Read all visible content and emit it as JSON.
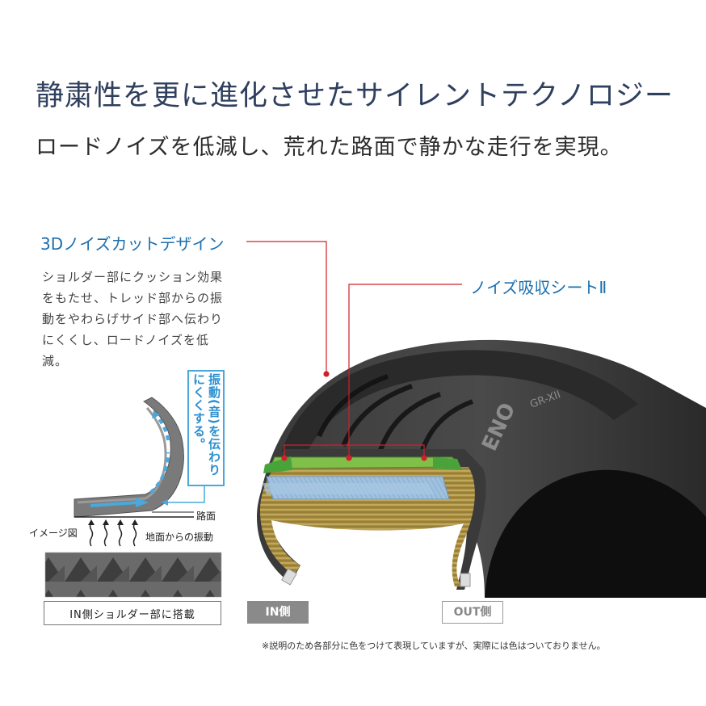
{
  "headline": "静粛性を更に進化させたサイレントテクノロジー",
  "subline": "ロードノイズを低減し、荒れた路面で静かな走行を実現。",
  "labels": {
    "design_3d": "3Dノイズカットデザイン",
    "noise_sheet": "ノイズ吸収シートⅡ"
  },
  "description_3d": "ショルダー部にクッション効果をもたせ、トレッド部からの振動をやわらげサイド部へ伝わりにくくし、ロードノイズを低減。",
  "vibration_note": "振動(音)を伝わりにくくする。",
  "road_label": "路面",
  "image_label": "イメージ図",
  "ground_vibration_label": "地面からの振動",
  "in_shoulder_caption": "IN側ショルダー部に搭載",
  "side_badges": {
    "in": "IN側",
    "out": "OUT側"
  },
  "tire_sidewall_text": {
    "model": "GR-XII",
    "brand": "ENO"
  },
  "footnote": "※説明のため各部分に色をつけて表現していますが、実際には色はついておりません。",
  "colors": {
    "headline": "#2f3f5e",
    "accent_blue": "#1b6fae",
    "leader_red": "#d0202a",
    "arrow_blue": "#4aa8dc",
    "sheet_green": "#7fbf4a",
    "layer_blue": "#8fb4d8",
    "belt_gold": "#b59a4a"
  }
}
